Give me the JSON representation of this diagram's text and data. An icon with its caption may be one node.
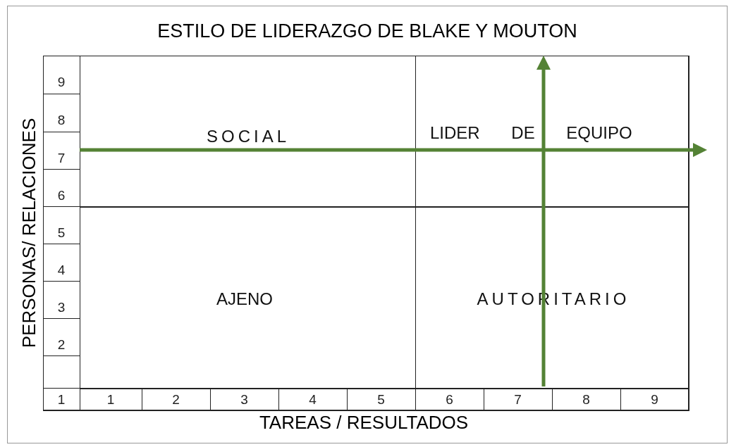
{
  "diagram": {
    "title": "ESTILO DE LIDERAZGO DE BLAKE Y MOUTON",
    "labels": [
      "SOCIAL",
      "LIDER DE EQUIPO",
      "AJENO",
      "AUTORITARIO",
      "9",
      "8",
      "7",
      "6",
      "5",
      "4",
      "3",
      "2",
      "1",
      "1",
      "2",
      "3",
      "4",
      "5",
      "6",
      "7",
      "8",
      "9",
      "PERSONAS/ RELACIONES",
      "TAREAS / RESULTADOS"
    ]
  }
}
